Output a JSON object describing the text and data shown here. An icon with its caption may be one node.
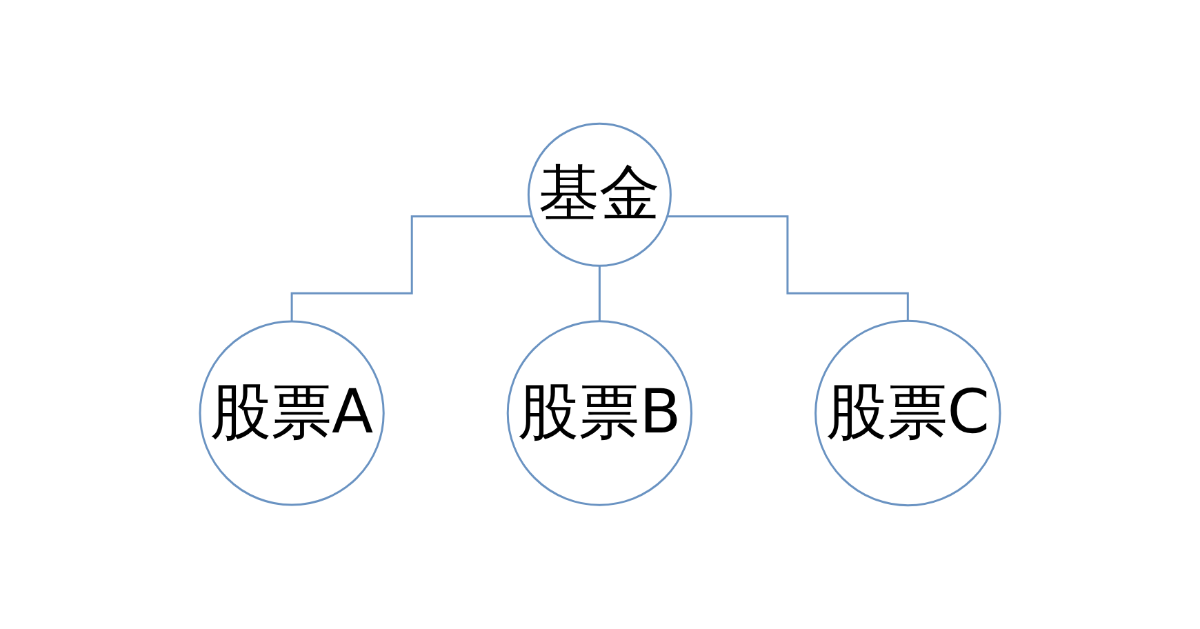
{
  "diagram": {
    "nodes": [
      {
        "text": [
          "基金"
        ]
      },
      {
        "text": [
          "股票A"
        ]
      },
      {
        "text": [
          "股票B"
        ]
      },
      {
        "text": [
          "股票C"
        ]
      }
    ],
    "edges": [
      {
        "from": 0,
        "to": 1,
        "arrow": "none"
      },
      {
        "from": 0,
        "to": 2,
        "arrow": "none"
      },
      {
        "from": 0,
        "to": 3,
        "arrow": "none"
      }
    ]
  }
}
